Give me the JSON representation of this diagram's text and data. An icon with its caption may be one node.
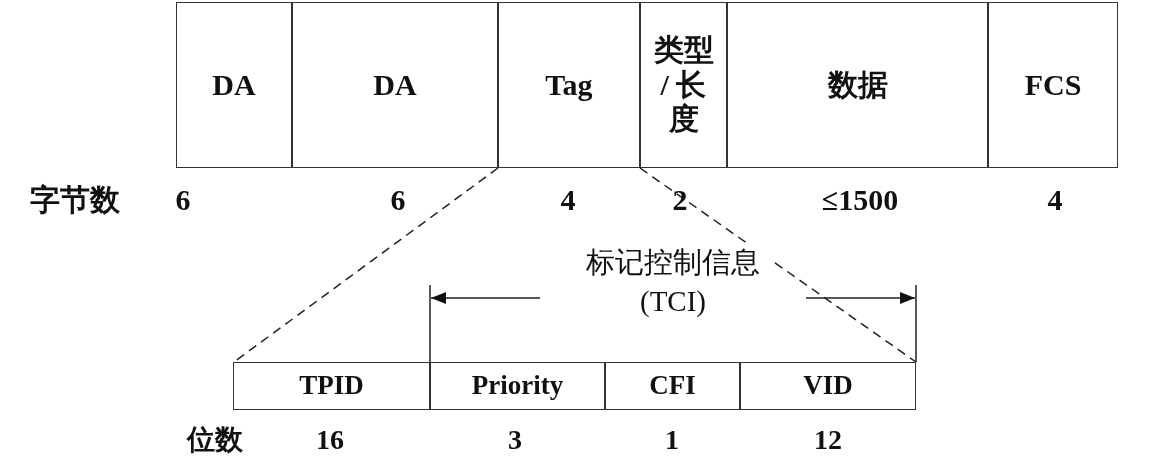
{
  "diagram": {
    "nodes": [
      {
        "text": [
          "DA"
        ]
      },
      {
        "text": [
          "DA"
        ]
      },
      {
        "text": [
          "Tag"
        ]
      },
      {
        "text": [
          "类型 / 长度"
        ]
      },
      {
        "text": [
          "数据"
        ]
      },
      {
        "text": [
          "FCS"
        ]
      },
      {
        "text": [
          "TPID"
        ]
      },
      {
        "text": [
          "Priority"
        ]
      },
      {
        "text": [
          "CFI"
        ]
      },
      {
        "text": [
          "VID"
        ]
      }
    ],
    "edges": [
      {
        "from": 2,
        "to": 6,
        "arrow": "none",
        "style": "dashed"
      },
      {
        "from": 2,
        "to": 9,
        "arrow": "none",
        "style": "dashed"
      }
    ],
    "labels": [
      "字节数",
      "6",
      "6",
      "4",
      "2",
      "≤1500",
      "4",
      "标记控制信息 (TCI)",
      "位数",
      "16",
      "3",
      "1",
      "12"
    ]
  }
}
